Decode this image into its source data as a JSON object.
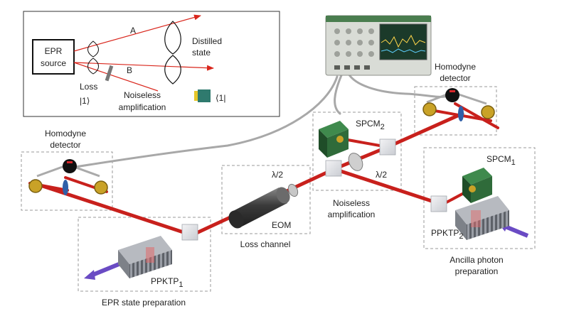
{
  "inset": {
    "source_line1": "EPR",
    "source_line2": "source",
    "path_a": "A",
    "path_b": "B",
    "distilled_line1": "Distilled",
    "distilled_line2": "state",
    "loss": "Loss",
    "ket_one": "|1⟩",
    "bra_one": "⟨1|",
    "noiseless_line1": "Noiseless",
    "noiseless_line2": "amplification"
  },
  "labels": {
    "homodyne_left_1": "Homodyne",
    "homodyne_left_2": "detector",
    "homodyne_right_1": "Homodyne",
    "homodyne_right_2": "detector",
    "spcm2_main": "SPCM",
    "spcm2_sub": "2",
    "spcm1_main": "SPCM",
    "spcm1_sub": "1",
    "half_wave_1": "λ/2",
    "half_wave_2": "λ/2",
    "eom": "EOM",
    "loss_channel": "Loss channel",
    "noiseless_amp_1": "Noiseless",
    "noiseless_amp_2": "amplification",
    "ppktp1_main": "PPKTP",
    "ppktp1_sub": "1",
    "ppktp2_main": "PPKTP",
    "ppktp2_sub": "2",
    "epr_prep": "EPR state preparation",
    "ancilla_1": "Ancilla photon",
    "ancilla_2": "preparation"
  },
  "colors": {
    "beam": "#c8201c",
    "beam_dark": "#8e1510",
    "pump": "#6a4bc4",
    "box_dash": "#9a9a9a",
    "spcm_green": "#2f6b3a",
    "mount_gold": "#c9a227",
    "waveplate_blue": "#2f5fa8",
    "crystal_grey": "#8c8f96",
    "cable": "#a8a8a8",
    "scope_body": "#d9dcd6",
    "scope_screen": "#1b3a2a"
  }
}
